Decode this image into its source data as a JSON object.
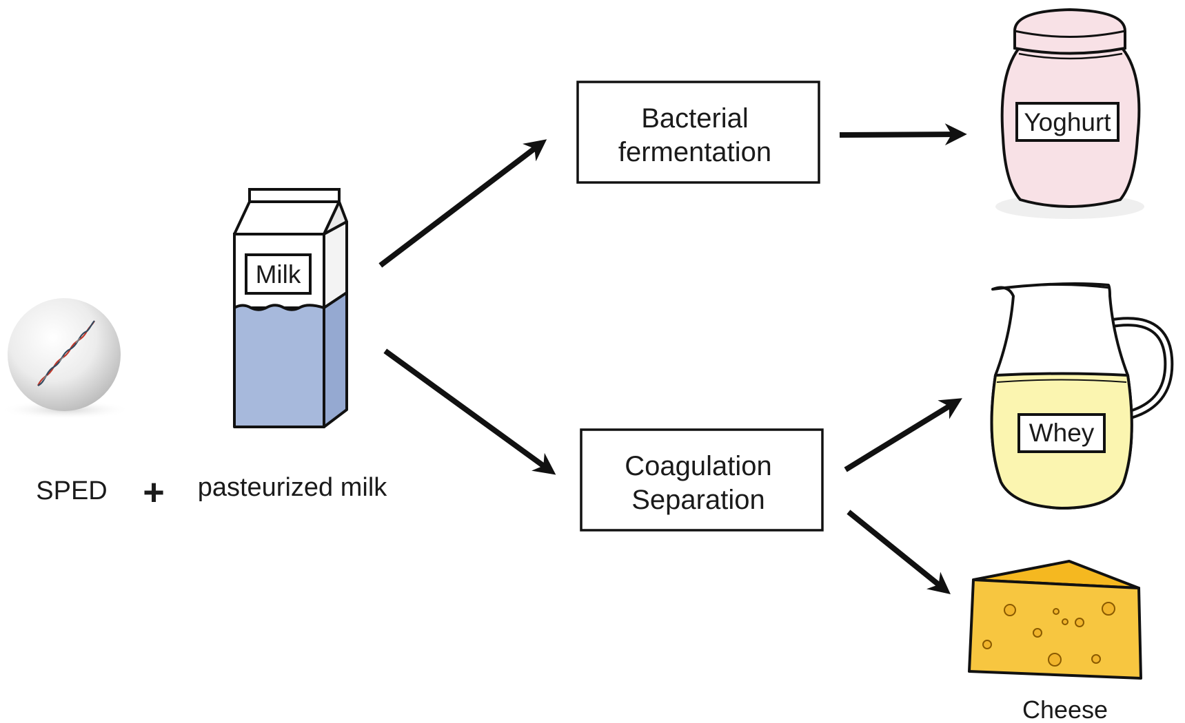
{
  "inputs": {
    "sped_label": "SPED",
    "plus_sign": "+",
    "milk_label": "pasteurized milk",
    "carton_tag": "Milk"
  },
  "processes": {
    "fermentation": {
      "line1": "Bacterial",
      "line2": "fermentation"
    },
    "coagulation": {
      "line1": "Coagulation",
      "line2": "Separation"
    }
  },
  "products": {
    "yoghurt_tag": "Yoghurt",
    "whey_tag": "Whey",
    "cheese_label": "Cheese"
  },
  "colors": {
    "milk_fill": "#a7b9dc",
    "yoghurt_jar": "#f8e1e6",
    "whey_liquid": "#fbf5b0",
    "cheese_face": "#f7c640",
    "cheese_top": "#f5b820"
  },
  "icons": {
    "sped": "dna-sphere-icon",
    "milk": "milk-carton-icon",
    "yoghurt": "yoghurt-jar-icon",
    "whey": "whey-pitcher-icon",
    "cheese": "cheese-wedge-icon"
  }
}
